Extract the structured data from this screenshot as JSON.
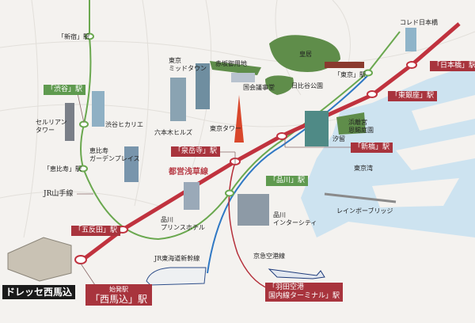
{
  "colors": {
    "asakusa_line": "#c0323e",
    "yamanote_line": "#6aa84f",
    "shinkansen": "#2f78c4",
    "keikyu_line": "#b5303b",
    "water": "#cde3f0",
    "background": "#f4f2ef"
  },
  "property": {
    "name": "ドレッセ西馬込"
  },
  "start_station": {
    "caption": "始発駅",
    "name": "「西馬込」駅"
  },
  "lines": {
    "asakusa": "都営浅草線",
    "yamanote": "JR山手線",
    "shinkansen": "JR東海道新幹線",
    "keikyu": "京急空港線"
  },
  "stations": {
    "shinjuku": "「新宿」駅",
    "shibuya": "「渋谷」駅",
    "ebisu": "「恵比寿」駅",
    "gotanda": "「五反田」駅",
    "sengakuji": "「泉岳寺」駅",
    "shinagawa": "「品川」駅",
    "shinbashi": "「新橋」駅",
    "higashiginza": "「東銀座」駅",
    "nihonbashi": "「日本橋」駅",
    "tokyo": "「東京」駅",
    "haneda_1": "「羽田空港",
    "haneda_2": "国内線ターミナル」駅"
  },
  "landmarks": {
    "cerulean": "セルリアン\nタワー",
    "hikarie": "渋谷ヒカリエ",
    "midtown": "東京\nミッドタウン",
    "akasaka": "赤坂御用地",
    "roppongi": "六本木ヒルズ",
    "tokyotower": "東京タワー",
    "ebisu_garden": "恵比寿\nガーデンプレイス",
    "prince": "品川\nプリンスホテル",
    "kokkai": "国会議事堂",
    "kokyo": "皇居",
    "hibiya": "日比谷公園",
    "coredo": "コレド日本橋",
    "hamarikyu": "浜離宮\n恩賜庭園",
    "shiodome": "汐留",
    "tokyobay": "東京湾",
    "rainbow": "レインボーブリッジ",
    "intercity": "品川\nインターシティ"
  }
}
